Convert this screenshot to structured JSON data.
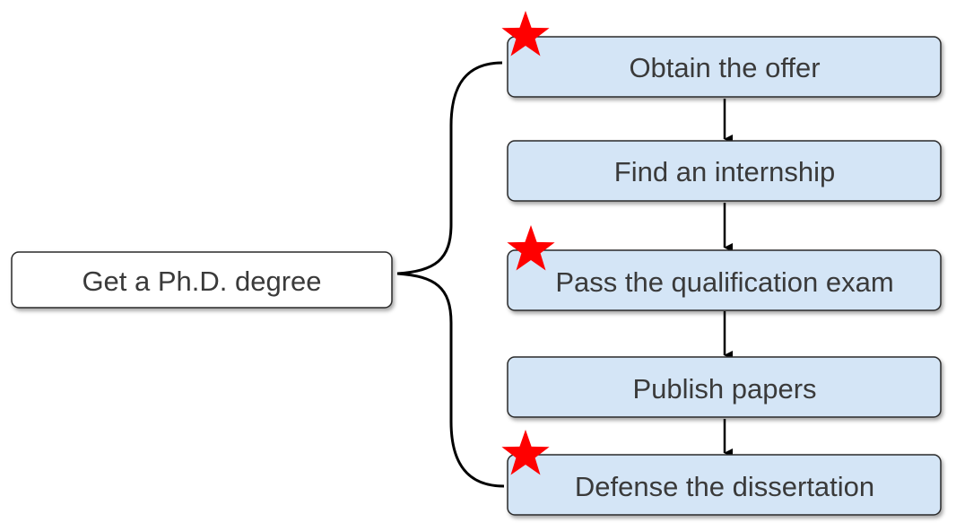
{
  "root": {
    "label": "Get a Ph.D. degree"
  },
  "steps": [
    {
      "label": "Obtain the offer",
      "starred": true
    },
    {
      "label": "Find an internship",
      "starred": false
    },
    {
      "label": "Pass the qualification exam",
      "starred": true
    },
    {
      "label": "Publish papers",
      "starred": false
    },
    {
      "label": "Defense the dissertation",
      "starred": true
    }
  ],
  "colors": {
    "root_fill": "#ffffff",
    "step_fill": "#d4e5f6",
    "border": "#2a2a2a",
    "text": "#3a3a3a",
    "star": "#ff0000",
    "arrow": "#000000"
  }
}
